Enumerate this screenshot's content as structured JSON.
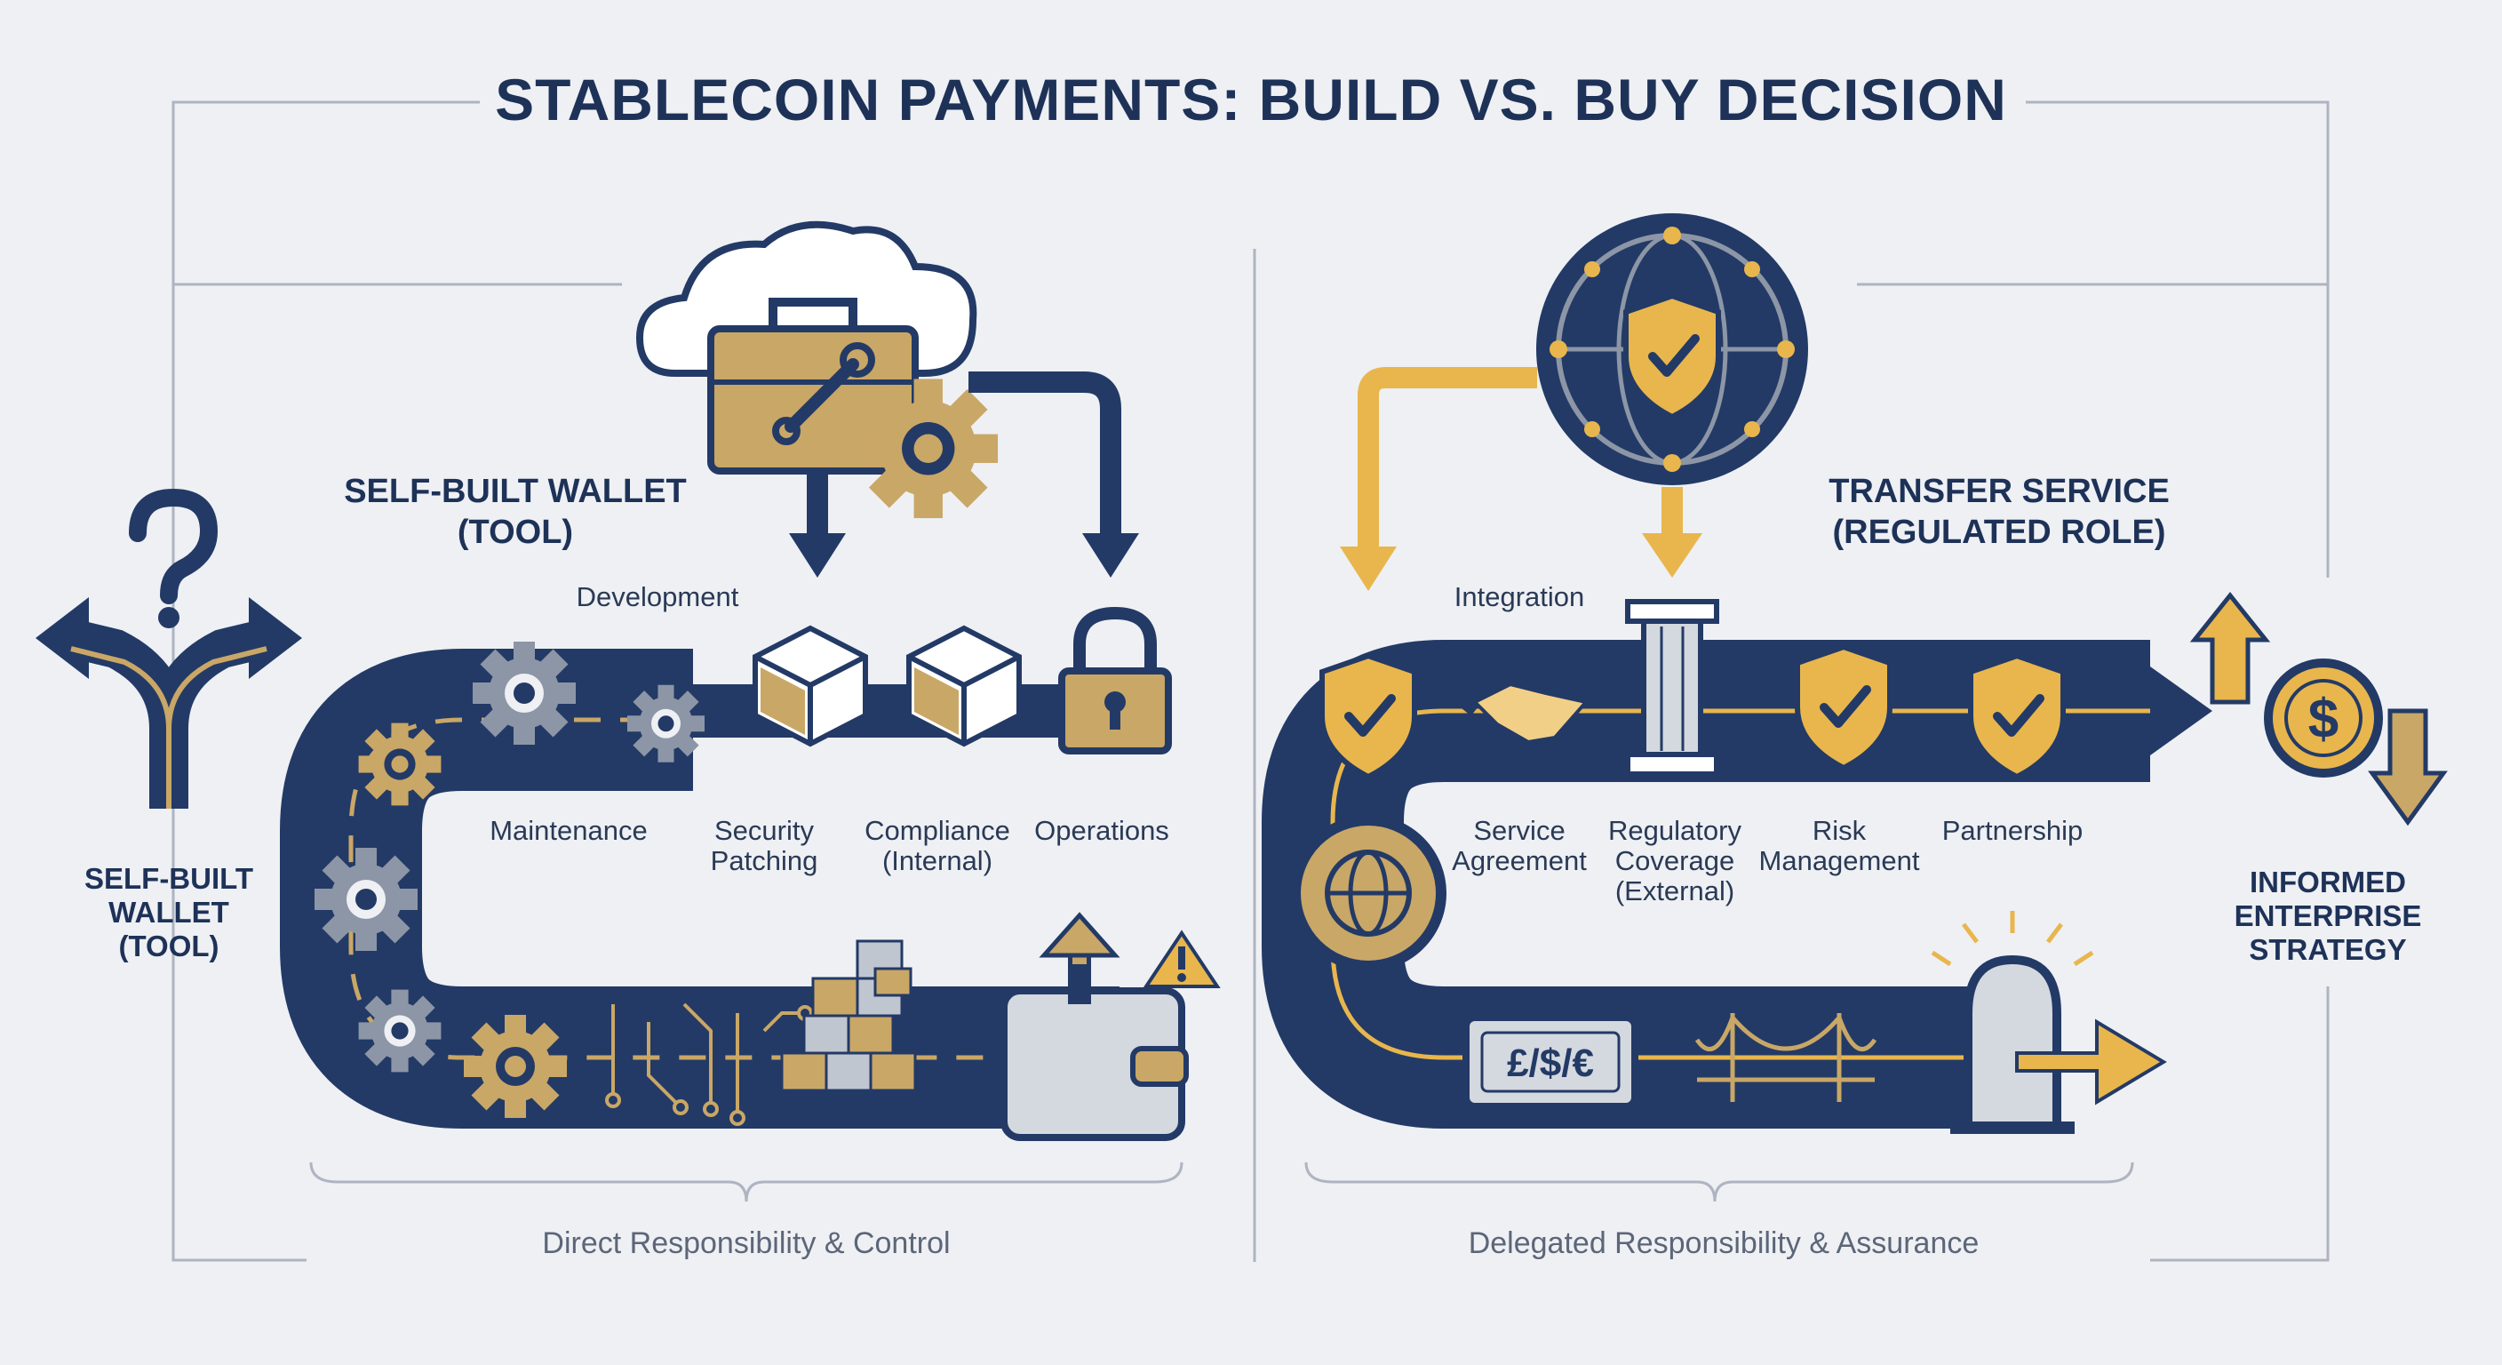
{
  "title": "STABLECOIN PAYMENTS: BUILD VS. BUY DECISION",
  "left_panel": {
    "heading_line1": "SELF-BUILT WALLET",
    "heading_line2": "(TOOL)",
    "side_label_line1": "SELF-BUILT",
    "side_label_line2": "WALLET",
    "side_label_line3": "(TOOL)",
    "steps": {
      "development": "Development",
      "maintenance": "Maintenance",
      "security_patching_line1": "Security",
      "security_patching_line2": "Patching",
      "compliance_line1": "Compliance",
      "compliance_line2": "(Internal)",
      "operations": "Operations"
    },
    "footer": "Direct Responsibility & Control"
  },
  "right_panel": {
    "heading_line1": "TRANSFER SERVICE",
    "heading_line2": "(REGULATED ROLE)",
    "steps": {
      "integration": "Integration",
      "service_agreement_line1": "Service",
      "service_agreement_line2": "Agreement",
      "regulatory_coverage_line1": "Regulatory",
      "regulatory_coverage_line2": "Coverage",
      "regulatory_coverage_line3": "(External)",
      "risk_management_line1": "Risk",
      "risk_management_line2": "Management",
      "partnership": "Partnership"
    },
    "currency_label": "£/$/€",
    "footer": "Delegated Responsibility & Assurance"
  },
  "outcome": {
    "line1": "INFORMED",
    "line2": "ENTERPRISE",
    "line3": "STRATEGY"
  },
  "colors": {
    "navy": "#233a66",
    "gold": "#e8b64c",
    "tan": "#c9a766",
    "gray": "#8c96a6",
    "background": "#eef0f4"
  }
}
